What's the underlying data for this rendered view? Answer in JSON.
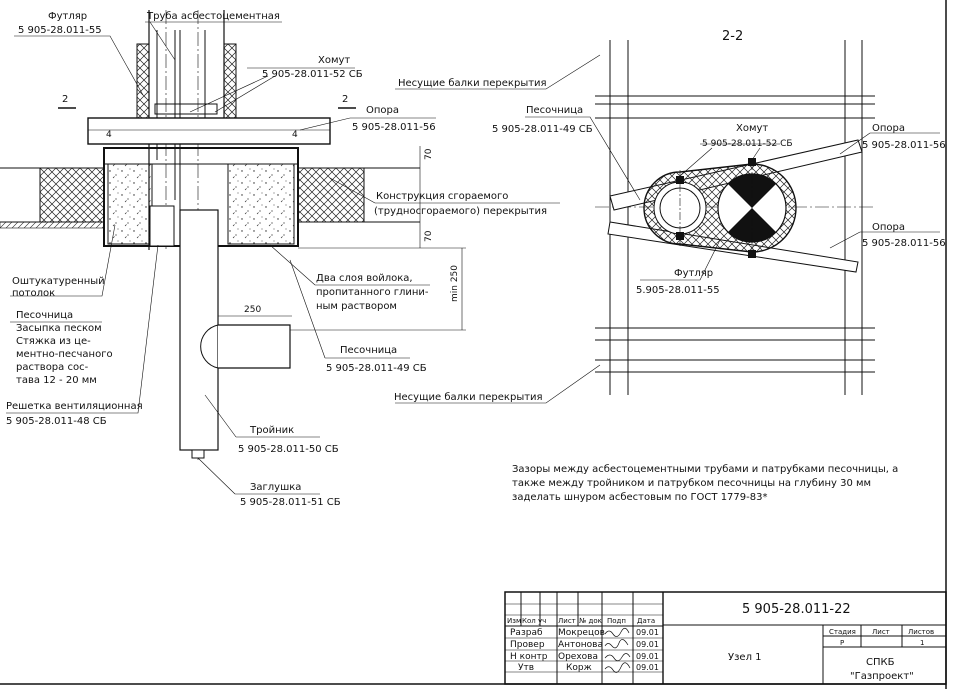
{
  "left_view": {
    "futlyar": {
      "name": "Футляр",
      "code": "5 905-28.011-55"
    },
    "truba": {
      "name": "Труба асбестоцементная"
    },
    "homut": {
      "name": "Хомут",
      "code": "5 905-28.011-52 СБ"
    },
    "section_mark": "2",
    "opora": {
      "name": "Опора",
      "code": "5 905-28.011-56"
    },
    "beam_mark": "4",
    "dim_70_top": "70",
    "dim_70_bot": "70",
    "dim_min250": "min 250",
    "dim_250": "250",
    "konstr": {
      "line1": "Конструкция сгораемого",
      "line2": "(трудносгораемого) перекрытия"
    },
    "potolok": {
      "line1": "Оштукатуренный",
      "line2": "потолок"
    },
    "voylok": {
      "line1": "Два слоя войлока,",
      "line2": "пропитанного глини-",
      "line3": "ным раствором"
    },
    "pesochnica_left": {
      "name": "Песочница",
      "lines": [
        "Засыпка песком",
        "Стяжка из це-",
        "ментно-песчаного",
        "раствора сос-",
        "тава 12 - 20 мм"
      ]
    },
    "pesochnica_mid": {
      "name": "Песочница",
      "code": "5 905-28.011-49 СБ"
    },
    "reshetka": {
      "name": "Решетка вентиляционная",
      "code": "5 905-28.011-48 СБ"
    },
    "troynik": {
      "name": "Тройник",
      "code": "5 905-28.011-50 СБ"
    },
    "zaglushka": {
      "name": "Заглушка",
      "code": "5 905-28.011-51 СБ"
    }
  },
  "right_view": {
    "section_title": "2-2",
    "beams_top": "Несущие балки перекрытия",
    "beams_bottom": "Несущие балки перекрытия",
    "pesochnica": {
      "name": "Песочница",
      "code": "5 905-28.011-49 СБ"
    },
    "homut": {
      "name": "Хомут",
      "code": "5 905-28.011-52 СБ"
    },
    "opora1": {
      "name": "Опора",
      "code": "5 905-28.011-56"
    },
    "opora2": {
      "name": "Опора",
      "code": "5 905-28.011-56"
    },
    "futlyar": {
      "name": "Футляр",
      "code": "5.905-28.011-55"
    }
  },
  "note": {
    "line1": "Зазоры между асбестоцементными трубами и патрубками песочницы, а",
    "line2": "также между тройником и патрубком песочницы на глубину 30 мм",
    "line3": "заделать шнуром асбестовым по ГОСТ 1779-83*"
  },
  "stamp": {
    "doc_code": "5 905-28.011-22",
    "title": "Узел 1",
    "org1": "СПКБ",
    "org2": "\"Газпроект\"",
    "head": {
      "izm": "Изм",
      "kol": "Кол уч",
      "list": "Лист",
      "ndok": "№ док",
      "podp": "Подп",
      "data": "Дата"
    },
    "rows": [
      {
        "role": "Разраб",
        "name": "Мокрецов",
        "date": "09.01"
      },
      {
        "role": "Провер",
        "name": "Антонова",
        "date": "09.01"
      },
      {
        "role": "Н контр",
        "name": "Орехова",
        "date": "09.01"
      },
      {
        "role": "Утв",
        "name": "Корж",
        "date": "09.01"
      }
    ],
    "stadiya_label": "Стадия",
    "list_label": "Лист",
    "listov_label": "Листов",
    "stadiya": "Р",
    "listov": "1"
  }
}
